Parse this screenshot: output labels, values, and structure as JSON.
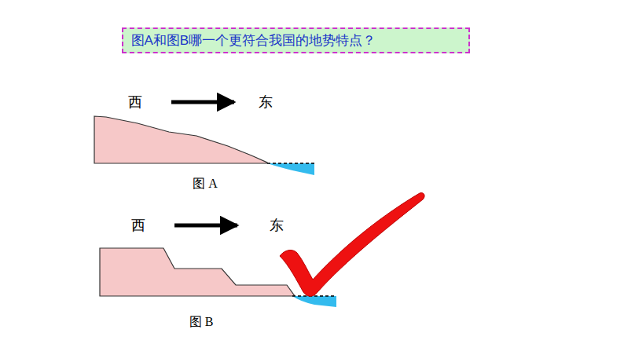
{
  "diagram": {
    "nodes": [
      {
        "text": [
          "图A和图B哪一个更符合我国的地势特点？"
        ]
      }
    ],
    "labels": [
      "西",
      "东",
      "图 A",
      "西",
      "东",
      "图 B"
    ]
  }
}
